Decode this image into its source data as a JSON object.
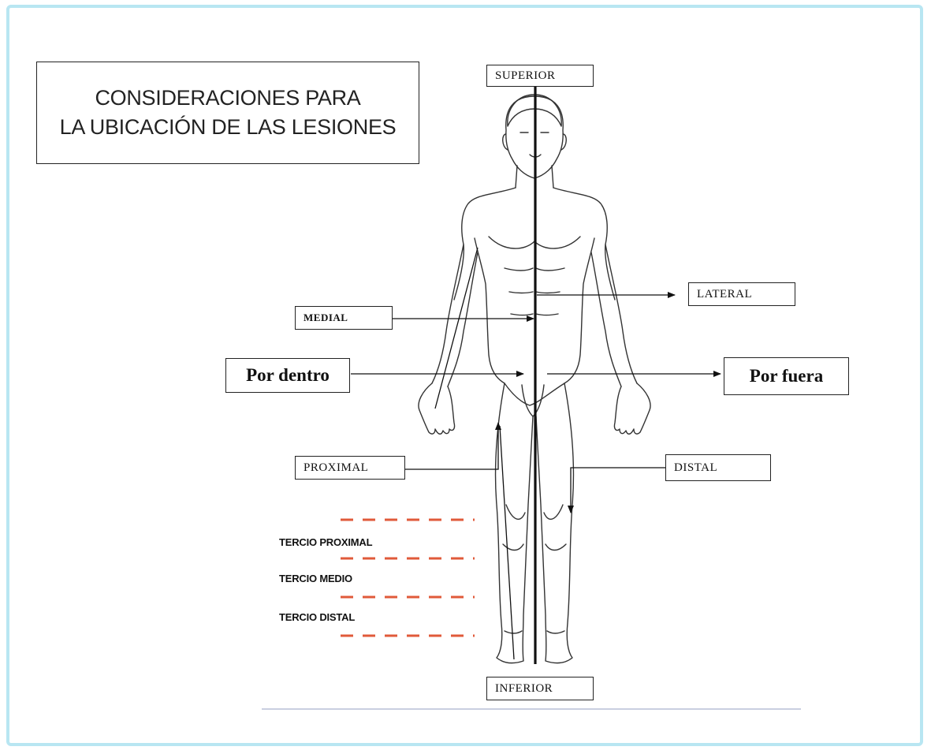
{
  "title": {
    "line1": "CONSIDERACIONES PARA",
    "line2": "LA UBICACIÓN DE LAS LESIONES"
  },
  "labels": {
    "superior": "SUPERIOR",
    "inferior": "INFERIOR",
    "lateral": "LATERAL",
    "medial": "MEDIAL",
    "por_dentro": "Por dentro",
    "por_fuera": "Por fuera",
    "proximal": "PROXIMAL",
    "distal": "DISTAL"
  },
  "thirds": {
    "proximal": "TERCIO PROXIMAL",
    "medio": "TERCIO MEDIO",
    "distal": "TERCIO DISTAL"
  },
  "colors": {
    "frame": "#b8e6f2",
    "dashes": "#e05a3a",
    "bottom_rule": "#c9cfe0"
  }
}
